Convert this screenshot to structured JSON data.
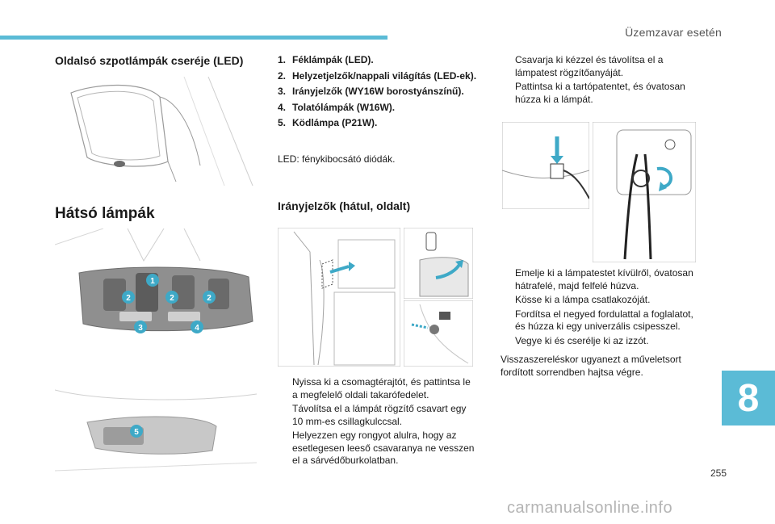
{
  "header": {
    "title": "Üzemzavar esetén"
  },
  "section_side": {
    "title": "Oldalsó szpotlámpák cseréje (LED)"
  },
  "section_rear": {
    "title": "Hátsó lámpák"
  },
  "lamps_list": [
    {
      "num": "1.",
      "text": "Féklámpák (LED)."
    },
    {
      "num": "2.",
      "text": "Helyzetjelzők/nappali világítás (LED-ek)."
    },
    {
      "num": "3.",
      "text": "Irányjelzők (WY16W borostyánszínű)."
    },
    {
      "num": "4.",
      "text": "Tolatólámpák (W16W)."
    },
    {
      "num": "5.",
      "text": "Ködlámpa (P21W)."
    }
  ],
  "led_note": "LED: fénykibocsátó diódák.",
  "section_indicators": {
    "title": "Irányjelzők (hátul, oldalt)"
  },
  "steps_col2": [
    "Nyissa ki a csomagtérajtót, és pattintsa le a megfelelő oldali takarófedelet.",
    "Távolítsa el a lámpát rögzítő csavart egy 10 mm-es csillagkulccsal.",
    "Helyezzen egy rongyot alulra, hogy az esetlegesen leeső csavaranya ne vesszen el a sárvédőburkolatban."
  ],
  "steps_col3_top": [
    "Csavarja ki kézzel és távolítsa el a lámpatest rögzítőanyáját.",
    "Pattintsa ki a tartópatentet, és óvatosan húzza ki a lámpát."
  ],
  "steps_col3_bottom": [
    "Emelje ki a lámpatestet kívülről, óvatosan hátrafelé, majd felfelé húzva.",
    "Kösse ki a lámpa csatlakozóját.",
    "Fordítsa el negyed fordulattal a foglalatot, és húzza ki egy univerzális csipesszel.",
    "Vegye ki és cserélje ki az izzót."
  ],
  "reassembly_note": "Visszaszereléskor ugyanezt a műveletsort fordított sorrendben hajtsa végre.",
  "bullet_symbol": "",
  "chapter_number": "8",
  "page_number": "255",
  "watermark": "carmanualsonline.info",
  "badges": [
    "1",
    "2",
    "2",
    "2",
    "3",
    "4",
    "5"
  ],
  "colors": {
    "accent": "#5bbbd6",
    "badge": "#3ea9c7"
  }
}
